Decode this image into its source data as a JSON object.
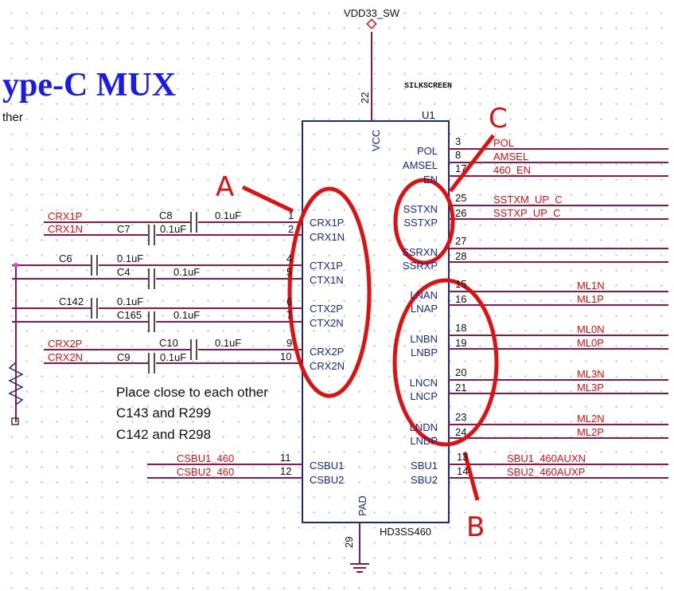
{
  "title": "ype-C MUX",
  "subtitle": "ther",
  "power_net": "VDD33_SW",
  "silkscreen": "SILKSCREEN",
  "chip": {
    "ref": "U1",
    "part": "HD3SS460",
    "vcc_pin": "22",
    "vcc_label": "VCC",
    "pad_label": "PAD",
    "pad_pin": "29"
  },
  "left_pins": [
    {
      "name": "CRX1P",
      "num": "1"
    },
    {
      "name": "CRX1N",
      "num": "2"
    },
    {
      "name": "CTX1P",
      "num": "4"
    },
    {
      "name": "CTX1N",
      "num": "5"
    },
    {
      "name": "CTX2P",
      "num": "6"
    },
    {
      "name": "CTX2N",
      "num": "7"
    },
    {
      "name": "CRX2P",
      "num": "9"
    },
    {
      "name": "CRX2N",
      "num": "10"
    },
    {
      "name": "CSBU1",
      "num": "11"
    },
    {
      "name": "CSBU2",
      "num": "12"
    }
  ],
  "right_pins": [
    {
      "name": "POL",
      "num": "3"
    },
    {
      "name": "AMSEL",
      "num": "8"
    },
    {
      "name": "EN",
      "num": "17"
    },
    {
      "name": "SSTXN",
      "num": "25"
    },
    {
      "name": "SSTXP",
      "num": "26"
    },
    {
      "name": "SSRXN",
      "num": "27"
    },
    {
      "name": "SSRXP",
      "num": "28"
    },
    {
      "name": "LNAN",
      "num": "15"
    },
    {
      "name": "LNAP",
      "num": "16"
    },
    {
      "name": "LNBN",
      "num": "18"
    },
    {
      "name": "LNBP",
      "num": "19"
    },
    {
      "name": "LNCN",
      "num": "20"
    },
    {
      "name": "LNCP",
      "num": "21"
    },
    {
      "name": "LNDN",
      "num": "23"
    },
    {
      "name": "LNDP",
      "num": "24"
    },
    {
      "name": "SBU1",
      "num": "13"
    },
    {
      "name": "SBU2",
      "num": "14"
    }
  ],
  "right_nets": [
    "POL",
    "AMSEL",
    "460_EN",
    "SSTXM_UP_C",
    "SSTXP_UP_C",
    "ML1N",
    "ML1P",
    "ML0N",
    "ML0P",
    "ML3N",
    "ML3P",
    "ML2N",
    "ML2P",
    "SBU1_460AUXN",
    "SBU2_460AUXP"
  ],
  "left_nets": [
    "CRX1P",
    "CRX1N",
    "CRX2P",
    "CRX2N",
    "CSBU1_460",
    "CSBU2_460"
  ],
  "capacitors": [
    {
      "ref": "C8",
      "value": "0.1uF"
    },
    {
      "ref": "C7",
      "value": "0.1uF"
    },
    {
      "ref": "C6",
      "value": "0.1uF"
    },
    {
      "ref": "C4",
      "value": "0.1uF"
    },
    {
      "ref": "C142",
      "value": "0.1uF"
    },
    {
      "ref": "C165",
      "value": "0.1uF"
    },
    {
      "ref": "C10",
      "value": "0.1uF"
    },
    {
      "ref": "C9",
      "value": "0.1uF"
    }
  ],
  "notes": [
    "Place close to each other",
    "C143 and R299",
    "C142 and R298"
  ],
  "annotations": [
    "A",
    "B",
    "C"
  ],
  "colors": {
    "wire": "#8b1a4a",
    "net_label": "#e01010",
    "pin_label": "#1a2a8a",
    "title": "#1a1aee",
    "annotation": "#e01010"
  }
}
